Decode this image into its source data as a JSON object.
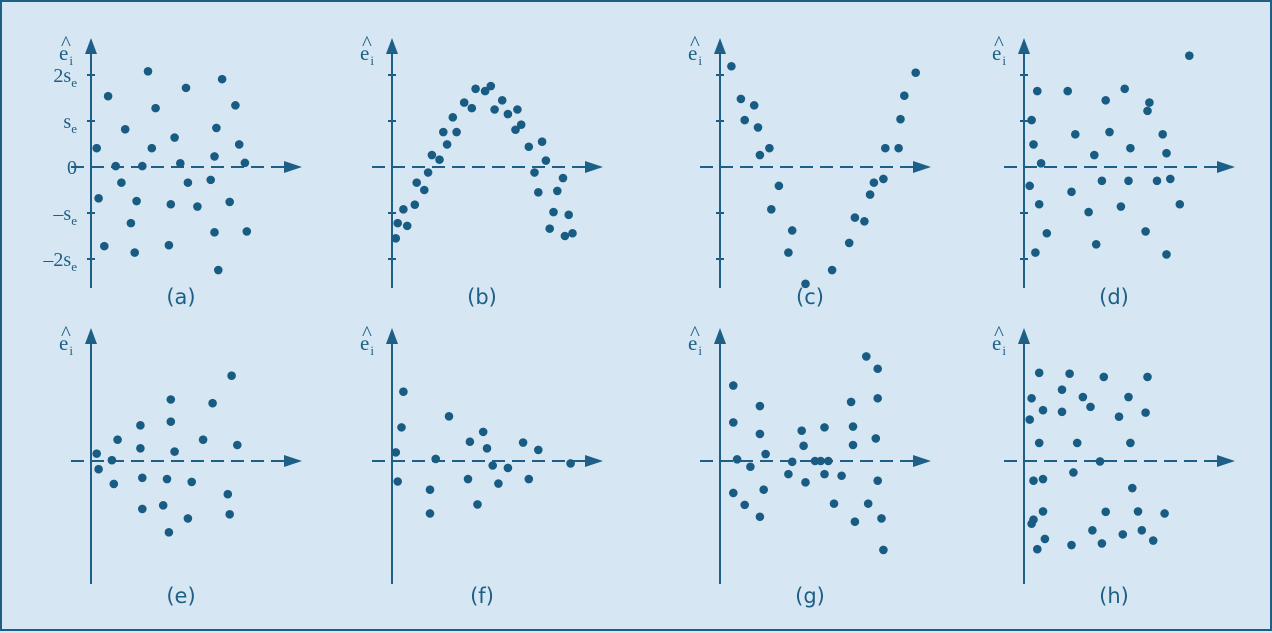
{
  "colors": {
    "background": "#d6e6f2",
    "ink": "#1d5f86",
    "dots": "#185b83"
  },
  "y_label": {
    "base": "e",
    "hat": "^",
    "sub": "i"
  },
  "tick_labels": [
    {
      "base": "2s",
      "sub": "e",
      "y": 2
    },
    {
      "base": "s",
      "sub": "e",
      "y": 1
    },
    {
      "base": "0",
      "sub": "",
      "y": 0
    },
    {
      "base": "–s",
      "sub": "e",
      "y": -1
    },
    {
      "base": "–2s",
      "sub": "e",
      "y": -2
    }
  ],
  "chart_data": [
    {
      "type": "scatter",
      "panel_label": "(a)",
      "xlim": [
        0,
        1
      ],
      "ylim": [
        -2.6,
        2.6
      ],
      "y_ticks": [
        -2,
        -1,
        0,
        1,
        2
      ],
      "grid": false,
      "points": [
        [
          0.03,
          0.41
        ],
        [
          0.04,
          -0.68
        ],
        [
          0.07,
          -1.72
        ],
        [
          0.09,
          1.54
        ],
        [
          0.13,
          0.02
        ],
        [
          0.16,
          -0.34
        ],
        [
          0.18,
          0.82
        ],
        [
          0.21,
          -1.22
        ],
        [
          0.23,
          -1.86
        ],
        [
          0.24,
          -0.74
        ],
        [
          0.27,
          0.02
        ],
        [
          0.3,
          2.08
        ],
        [
          0.32,
          0.41
        ],
        [
          0.34,
          1.28
        ],
        [
          0.41,
          -1.7
        ],
        [
          0.42,
          -0.81
        ],
        [
          0.44,
          0.64
        ],
        [
          0.47,
          0.08
        ],
        [
          0.5,
          1.72
        ],
        [
          0.51,
          -0.34
        ],
        [
          0.56,
          -0.86
        ],
        [
          0.63,
          -0.28
        ],
        [
          0.65,
          -1.42
        ],
        [
          0.65,
          0.23
        ],
        [
          0.66,
          0.85
        ],
        [
          0.67,
          -2.24
        ],
        [
          0.69,
          1.91
        ],
        [
          0.73,
          -0.76
        ],
        [
          0.76,
          1.34
        ],
        [
          0.78,
          0.49
        ],
        [
          0.81,
          0.09
        ],
        [
          0.82,
          -1.4
        ]
      ]
    },
    {
      "type": "scatter",
      "panel_label": "(b)",
      "xlim": [
        0,
        1
      ],
      "ylim": [
        -2.6,
        2.6
      ],
      "y_ticks": [
        -2,
        -1,
        0,
        1,
        2
      ],
      "grid": false,
      "points": [
        [
          0.02,
          -1.55
        ],
        [
          0.03,
          -1.22
        ],
        [
          0.06,
          -0.92
        ],
        [
          0.08,
          -1.28
        ],
        [
          0.12,
          -0.82
        ],
        [
          0.13,
          -0.34
        ],
        [
          0.17,
          -0.5
        ],
        [
          0.19,
          -0.12
        ],
        [
          0.21,
          0.26
        ],
        [
          0.25,
          0.16
        ],
        [
          0.27,
          0.76
        ],
        [
          0.29,
          0.49
        ],
        [
          0.32,
          1.08
        ],
        [
          0.34,
          0.76
        ],
        [
          0.38,
          1.4
        ],
        [
          0.42,
          1.28
        ],
        [
          0.44,
          1.7
        ],
        [
          0.49,
          1.65
        ],
        [
          0.52,
          1.76
        ],
        [
          0.54,
          1.25
        ],
        [
          0.58,
          1.45
        ],
        [
          0.61,
          1.15
        ],
        [
          0.65,
          0.81
        ],
        [
          0.66,
          1.25
        ],
        [
          0.68,
          0.92
        ],
        [
          0.72,
          0.44
        ],
        [
          0.75,
          -0.12
        ],
        [
          0.77,
          -0.55
        ],
        [
          0.79,
          0.55
        ],
        [
          0.81,
          0.14
        ],
        [
          0.83,
          -1.34
        ],
        [
          0.85,
          -0.98
        ],
        [
          0.87,
          -0.52
        ],
        [
          0.9,
          -0.24
        ],
        [
          0.91,
          -1.5
        ],
        [
          0.93,
          -1.04
        ],
        [
          0.95,
          -1.44
        ]
      ]
    },
    {
      "type": "scatter",
      "panel_label": "(c)",
      "xlim": [
        0,
        1
      ],
      "ylim": [
        -2.6,
        2.6
      ],
      "y_ticks": [
        -2,
        -1,
        0,
        1,
        2
      ],
      "grid": false,
      "points": [
        [
          0.06,
          2.19
        ],
        [
          0.11,
          1.48
        ],
        [
          0.13,
          1.02
        ],
        [
          0.18,
          1.34
        ],
        [
          0.2,
          0.86
        ],
        [
          0.21,
          0.26
        ],
        [
          0.26,
          0.41
        ],
        [
          0.27,
          -0.92
        ],
        [
          0.31,
          -0.41
        ],
        [
          0.36,
          -1.86
        ],
        [
          0.38,
          -1.38
        ],
        [
          0.45,
          -2.54
        ],
        [
          0.59,
          -2.24
        ],
        [
          0.68,
          -1.65
        ],
        [
          0.71,
          -1.1
        ],
        [
          0.76,
          -1.18
        ],
        [
          0.79,
          -0.6
        ],
        [
          0.81,
          -0.34
        ],
        [
          0.86,
          -0.26
        ],
        [
          0.87,
          0.41
        ],
        [
          0.94,
          0.41
        ],
        [
          0.95,
          1.04
        ],
        [
          0.97,
          1.55
        ],
        [
          1.03,
          2.05
        ]
      ]
    },
    {
      "type": "scatter",
      "panel_label": "(d)",
      "xlim": [
        0,
        1
      ],
      "ylim": [
        -2.6,
        2.6
      ],
      "y_ticks": [
        -2,
        -1,
        0,
        1,
        2
      ],
      "grid": false,
      "points": [
        [
          0.03,
          -0.41
        ],
        [
          0.04,
          1.02
        ],
        [
          0.05,
          0.49
        ],
        [
          0.06,
          -1.86
        ],
        [
          0.07,
          1.65
        ],
        [
          0.08,
          -0.81
        ],
        [
          0.09,
          0.08
        ],
        [
          0.12,
          -1.44
        ],
        [
          0.23,
          1.65
        ],
        [
          0.25,
          -0.54
        ],
        [
          0.27,
          0.71
        ],
        [
          0.34,
          -0.98
        ],
        [
          0.37,
          0.26
        ],
        [
          0.38,
          -1.68
        ],
        [
          0.41,
          -0.3
        ],
        [
          0.43,
          1.45
        ],
        [
          0.45,
          0.76
        ],
        [
          0.51,
          -0.86
        ],
        [
          0.53,
          1.7
        ],
        [
          0.55,
          -0.3
        ],
        [
          0.56,
          0.41
        ],
        [
          0.64,
          -1.4
        ],
        [
          0.65,
          1.22
        ],
        [
          0.66,
          1.4
        ],
        [
          0.7,
          -0.3
        ],
        [
          0.73,
          0.71
        ],
        [
          0.75,
          0.3
        ],
        [
          0.75,
          -1.9
        ],
        [
          0.77,
          -0.26
        ],
        [
          0.82,
          -0.81
        ],
        [
          0.87,
          2.42
        ]
      ]
    },
    {
      "type": "scatter",
      "panel_label": "(e)",
      "xlim": [
        0,
        1
      ],
      "ylim": [
        -2.6,
        2.6
      ],
      "y_ticks": [],
      "grid": false,
      "points": [
        [
          0.03,
          0.18
        ],
        [
          0.04,
          -0.2
        ],
        [
          0.11,
          0.02
        ],
        [
          0.12,
          -0.56
        ],
        [
          0.14,
          0.52
        ],
        [
          0.26,
          0.31
        ],
        [
          0.26,
          0.87
        ],
        [
          0.27,
          -1.17
        ],
        [
          0.27,
          -0.41
        ],
        [
          0.38,
          -1.08
        ],
        [
          0.4,
          -0.44
        ],
        [
          0.41,
          -1.74
        ],
        [
          0.42,
          0.96
        ],
        [
          0.42,
          1.5
        ],
        [
          0.44,
          0.23
        ],
        [
          0.51,
          -1.4
        ],
        [
          0.53,
          -0.51
        ],
        [
          0.59,
          0.52
        ],
        [
          0.64,
          1.41
        ],
        [
          0.72,
          -0.81
        ],
        [
          0.73,
          -1.3
        ],
        [
          0.74,
          2.08
        ],
        [
          0.77,
          0.39
        ]
      ]
    },
    {
      "type": "scatter",
      "panel_label": "(f)",
      "xlim": [
        0,
        1
      ],
      "ylim": [
        -2.6,
        2.6
      ],
      "y_ticks": [],
      "grid": false,
      "points": [
        [
          0.02,
          0.21
        ],
        [
          0.03,
          -0.5
        ],
        [
          0.06,
          1.69
        ],
        [
          0.05,
          0.82
        ],
        [
          0.2,
          -1.28
        ],
        [
          0.2,
          -0.7
        ],
        [
          0.23,
          0.05
        ],
        [
          0.3,
          1.09
        ],
        [
          0.4,
          -0.44
        ],
        [
          0.41,
          0.47
        ],
        [
          0.45,
          -1.06
        ],
        [
          0.48,
          0.71
        ],
        [
          0.5,
          0.31
        ],
        [
          0.53,
          -0.11
        ],
        [
          0.56,
          -0.55
        ],
        [
          0.61,
          -0.17
        ],
        [
          0.69,
          0.45
        ],
        [
          0.72,
          -0.44
        ],
        [
          0.77,
          0.27
        ],
        [
          0.94,
          -0.06
        ]
      ]
    },
    {
      "type": "scatter",
      "panel_label": "(g)",
      "xlim": [
        0,
        1
      ],
      "ylim": [
        -2.6,
        2.6
      ],
      "y_ticks": [],
      "grid": false,
      "points": [
        [
          0.07,
          1.84
        ],
        [
          0.07,
          -0.78
        ],
        [
          0.07,
          0.94
        ],
        [
          0.09,
          0.04
        ],
        [
          0.13,
          -1.07
        ],
        [
          0.16,
          -0.14
        ],
        [
          0.21,
          -1.36
        ],
        [
          0.21,
          1.34
        ],
        [
          0.21,
          0.66
        ],
        [
          0.23,
          -0.7
        ],
        [
          0.24,
          0.17
        ],
        [
          0.36,
          -0.32
        ],
        [
          0.38,
          -0.02
        ],
        [
          0.43,
          0.74
        ],
        [
          0.44,
          0.37
        ],
        [
          0.45,
          -0.52
        ],
        [
          0.5,
          0.0
        ],
        [
          0.53,
          0.0
        ],
        [
          0.55,
          0.82
        ],
        [
          0.55,
          -0.32
        ],
        [
          0.57,
          0.0
        ],
        [
          0.6,
          -1.04
        ],
        [
          0.64,
          -0.36
        ],
        [
          0.69,
          1.44
        ],
        [
          0.7,
          0.39
        ],
        [
          0.7,
          0.84
        ],
        [
          0.71,
          -1.48
        ],
        [
          0.77,
          2.55
        ],
        [
          0.78,
          -1.04
        ],
        [
          0.82,
          0.55
        ],
        [
          0.83,
          1.53
        ],
        [
          0.83,
          -0.48
        ],
        [
          0.83,
          2.25
        ],
        [
          0.85,
          -1.4
        ],
        [
          0.86,
          -2.17
        ]
      ]
    },
    {
      "type": "scatter",
      "panel_label": "(h)",
      "xlim": [
        0,
        1
      ],
      "ylim": [
        -2.6,
        2.6
      ],
      "y_ticks": [],
      "grid": false,
      "points": [
        [
          0.03,
          1.01
        ],
        [
          0.04,
          1.53
        ],
        [
          0.04,
          -1.53
        ],
        [
          0.05,
          -0.48
        ],
        [
          0.05,
          -1.43
        ],
        [
          0.07,
          -2.15
        ],
        [
          0.08,
          2.15
        ],
        [
          0.08,
          0.44
        ],
        [
          0.1,
          -1.23
        ],
        [
          0.1,
          -0.44
        ],
        [
          0.1,
          1.24
        ],
        [
          0.11,
          -1.9
        ],
        [
          0.2,
          1.74
        ],
        [
          0.2,
          1.2
        ],
        [
          0.24,
          2.13
        ],
        [
          0.25,
          -2.05
        ],
        [
          0.26,
          -0.28
        ],
        [
          0.28,
          0.44
        ],
        [
          0.31,
          1.56
        ],
        [
          0.35,
          1.32
        ],
        [
          0.36,
          -1.69
        ],
        [
          0.4,
          -0.01
        ],
        [
          0.41,
          -2.01
        ],
        [
          0.42,
          2.05
        ],
        [
          0.43,
          -1.24
        ],
        [
          0.5,
          1.08
        ],
        [
          0.52,
          -1.79
        ],
        [
          0.55,
          1.56
        ],
        [
          0.56,
          0.44
        ],
        [
          0.57,
          -0.66
        ],
        [
          0.6,
          -1.23
        ],
        [
          0.62,
          -1.69
        ],
        [
          0.64,
          1.18
        ],
        [
          0.65,
          2.05
        ],
        [
          0.68,
          -1.94
        ],
        [
          0.74,
          -1.28
        ]
      ]
    }
  ]
}
